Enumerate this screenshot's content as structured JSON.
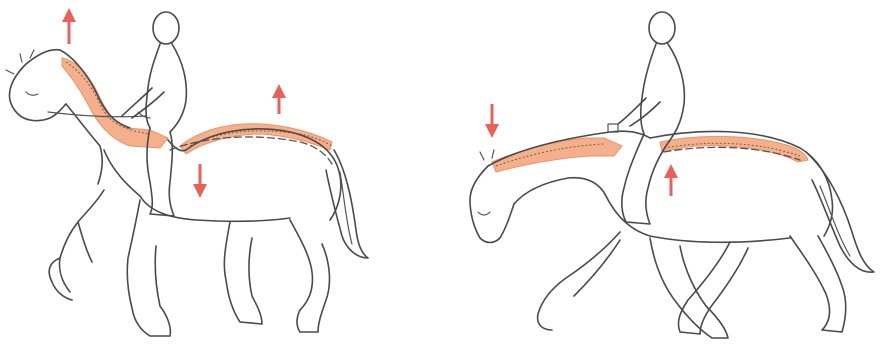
{
  "figure": {
    "panels": [
      {
        "id": "left",
        "arrows": [
          "up",
          "down",
          "up"
        ]
      },
      {
        "id": "right",
        "arrows": [
          "down",
          "up"
        ]
      }
    ]
  },
  "colors": {
    "arrow": "#e8625a",
    "spine_highlight": "#f3a77f",
    "outline": "#4a4a4a",
    "background": "#ffffff"
  }
}
